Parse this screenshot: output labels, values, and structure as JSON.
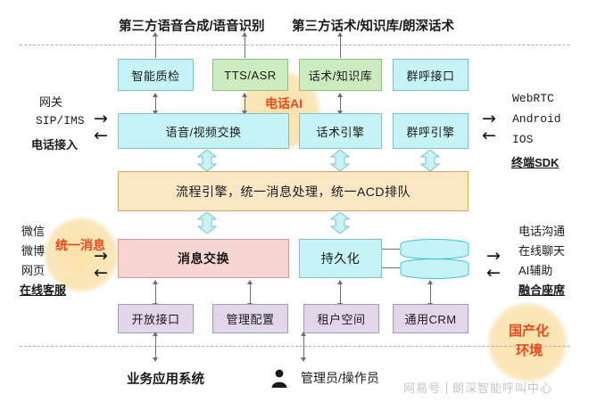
{
  "title_top": {
    "left": "第三方语音合成/语音识别",
    "right": "第三方话术/知识库/朗深话术"
  },
  "layers": {
    "capability_row": [
      {
        "name": "智能质检",
        "color": "#c6f4f6"
      },
      {
        "name": "TTS/ASR",
        "color": "#ccecbf"
      },
      {
        "name": "话术/知识库",
        "color": "#ccecbf"
      },
      {
        "name": "群呼接口",
        "color": "#c6f4f6"
      }
    ],
    "engine_row": [
      {
        "name": "语音/视频交换",
        "color": "#c6f4f6"
      },
      {
        "name": "话术引擎",
        "color": "#c6f4f6"
      },
      {
        "name": "群呼引擎",
        "color": "#c6f4f6"
      }
    ],
    "flow_bar": {
      "name": "流程引擎，统一消息处理，统一ACD排队",
      "color": "#fbe7c6"
    },
    "message_row": [
      {
        "name": "消息交换",
        "color": "#f6d5d3"
      },
      {
        "name": "持久化",
        "color": "#c6f4f6"
      }
    ],
    "app_row": [
      {
        "name": "开放接口",
        "color": "#e2d6ea"
      },
      {
        "name": "管理配置",
        "color": "#e2d6ea"
      },
      {
        "name": "租户空间",
        "color": "#e2d6ea"
      },
      {
        "name": "通用CRM",
        "color": "#e2d6ea"
      }
    ]
  },
  "left_labels": {
    "telephony": [
      "网关",
      "SIP/IMS",
      "电话接入"
    ],
    "omnichannel": [
      "微信",
      "微博",
      "网页"
    ],
    "omnichannel_footer": "在线客服"
  },
  "right_labels": {
    "sdk": [
      "WebRTC",
      "Android",
      "IOS"
    ],
    "sdk_footer": "终端SDK",
    "agent": [
      "电话沟通",
      "在线聊天",
      "AI辅助"
    ],
    "agent_footer": "融合座席"
  },
  "callouts": {
    "phone_ai": "电话AI",
    "unified_message": "统一消息",
    "localization_line1": "国产化",
    "localization_line2": "环境"
  },
  "bottom_labels": {
    "business": "业务应用系统",
    "operator": "管理员/操作员"
  },
  "watermark": {
    "brand": "网易号",
    "account": "朗深智能呼叫中心"
  },
  "colors": {
    "cyan": "#c6f4f6",
    "green": "#ccecbf",
    "orange": "#fbe7c6",
    "pink": "#f6d5d3",
    "purple": "#e2d6ea",
    "accent_red": "#e8491d",
    "halo": "#fbe7bb",
    "dashed": "#b9a9a0"
  }
}
